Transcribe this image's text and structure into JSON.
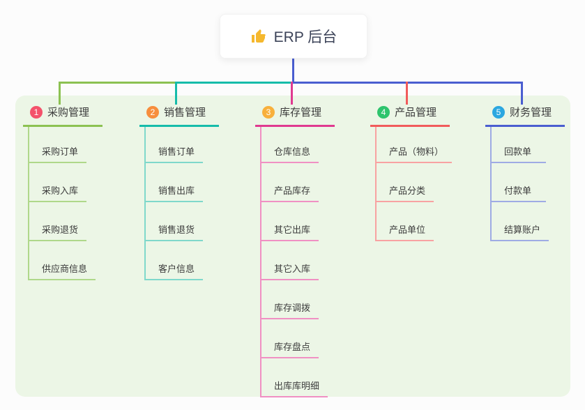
{
  "root": {
    "label": "ERP 后台",
    "icon": "thumbs-up"
  },
  "branches": [
    {
      "num": "1",
      "label": "采购管理",
      "badge_color": "#f4526b",
      "line_color": "#8cc152",
      "children": [
        "采购订单",
        "采购入库",
        "采购退货",
        "供应商信息"
      ]
    },
    {
      "num": "2",
      "label": "销售管理",
      "badge_color": "#f78e3d",
      "line_color": "#16bcaa",
      "children": [
        "销售订单",
        "销售出库",
        "销售退货",
        "客户信息"
      ]
    },
    {
      "num": "3",
      "label": "库存管理",
      "badge_color": "#f8b03c",
      "line_color": "#e03a90",
      "children": [
        "仓库信息",
        "产品库存",
        "其它出库",
        "其它入库",
        "库存调拨",
        "库存盘点",
        "出库库明细"
      ]
    },
    {
      "num": "4",
      "label": "产品管理",
      "badge_color": "#2ec46d",
      "line_color": "#f15b5b",
      "children": [
        "产品（物料）",
        "产品分类",
        "产品单位"
      ]
    },
    {
      "num": "5",
      "label": "财务管理",
      "badge_color": "#2ba7e0",
      "line_color": "#4a5ed0",
      "children": [
        "回款单",
        "付款单",
        "结算账户"
      ]
    }
  ],
  "colors": {
    "root_connector": "#4a5ed0",
    "panel_background": "#ecf6e6",
    "card_background": "#ffffff",
    "thumb_icon": "#f5b82e"
  }
}
